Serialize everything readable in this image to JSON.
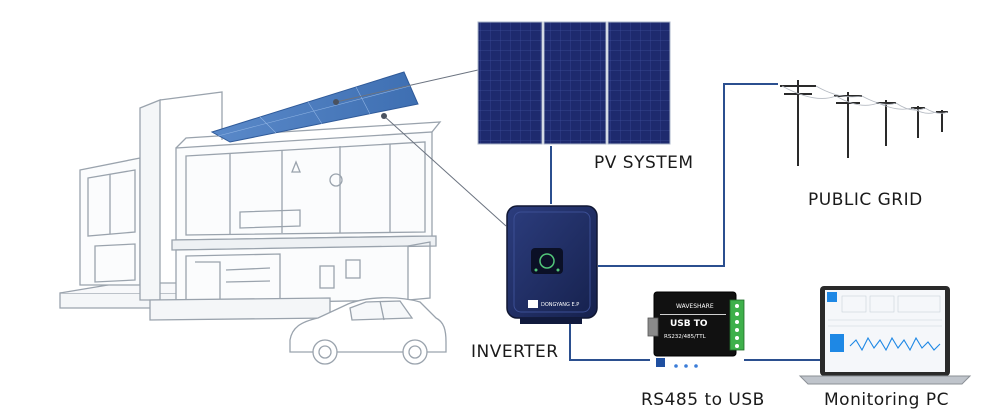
{
  "labels": {
    "pv_system": "PV SYSTEM",
    "public_grid": "PUBLIC GRID",
    "inverter": "INVERTER",
    "rs485_usb": "RS485 to USB",
    "monitoring_pc": "Monitoring PC"
  },
  "device_text": {
    "inverter_brand": "DONGYANG E.P",
    "converter_brand": "WAVESHARE",
    "converter_title": "USB TO",
    "converter_sub": "RS232/485/TTL"
  },
  "colors": {
    "connector": "#2b4f8f",
    "panel": "#1d2766",
    "inverter": "#1f2d63",
    "house_line": "#9aa3ad"
  }
}
